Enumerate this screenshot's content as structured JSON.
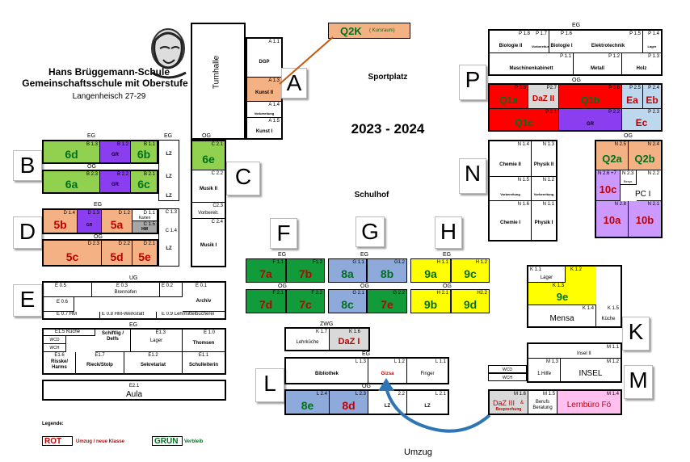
{
  "school": {
    "name1": "Hans Brüggemann-Schule",
    "name2": "Gemeinschaftsschule mit Oberstufe",
    "address": "Langenheisch 27-29"
  },
  "year": "2023 - 2024",
  "areas": {
    "sportplatz": "Sportplatz",
    "schulhof": "Schulhof",
    "turnhalle": "Turnhalle",
    "umzug": "Umzug"
  },
  "letters": {
    "A": "A",
    "B": "B",
    "C": "C",
    "D": "D",
    "E": "E",
    "F": "F",
    "G": "G",
    "H": "H",
    "K": "K",
    "L": "L",
    "M": "M",
    "N": "N",
    "P": "P"
  },
  "floors": {
    "eg": "EG",
    "og": "OG",
    "ug": "UG",
    "zwg": "ZWG"
  },
  "q2k": {
    "name": "Q2K",
    "note": "( Kursraum)"
  },
  "a": {
    "a11": "A 1.1",
    "dgp": "DGP",
    "a13": "A 1.3",
    "kunst2": "Kunst II",
    "a14": "A 1.4",
    "vorb": "Vorbereitung",
    "a15": "A 1.5",
    "kunst1": "Kunst I"
  },
  "b": {
    "b13": "B 1.3",
    "c6d": "6d",
    "b12": "B 1.2",
    "gr": "GR",
    "b11": "B 1.1",
    "c6b": "6b",
    "lz": "LZ",
    "b23": "B 2.3",
    "c6a": "6a",
    "b22": "B 2.2",
    "b21": "B 2.1",
    "c6c": "6c"
  },
  "c": {
    "c21": "C 2.1",
    "c6e": "6e",
    "c22": "C 2.2",
    "musik2": "Musik II",
    "c23": "C2.3",
    "vorbereit": "Vorbereit.",
    "c24": "C 2.4",
    "musik1": "Musik I",
    "c13": "C 1.3",
    "c14": "C 1.4"
  },
  "d": {
    "d14": "D 1.4",
    "c5b": "5b",
    "d13": "D 1.3",
    "gr": "GR",
    "d12": "D 1.2",
    "c5a": "5a",
    "d11": "D 1.1",
    "karten": "Karten",
    "c15": "C 1.5",
    "hm": "HM",
    "d23": "D 2.3",
    "c5c": "5c",
    "d22": "D 2.2",
    "c5d": "5d",
    "d21": "D 2.1",
    "c5e": "5e",
    "lz": "LZ"
  },
  "e": {
    "e05": "E 0.5",
    "e03": "E 0.3",
    "brennofen": "Brennofen",
    "e02": "E 0.2",
    "e01": "E 0.1",
    "archiv": "Archiv",
    "e06": "E 0.6",
    "e07": "E 0.7 HM",
    "e08": "E 0.8 HM-Werkstatt",
    "e09": "E 0.9 Lehrmittelbücherei",
    "e15": "E1.5 Küche",
    "wcd": "WCD",
    "wch": "WCH",
    "schiftlig": "Schiftlig / Delfs",
    "e13": "E1.3",
    "lager": "Lager",
    "e10": "E 1.0",
    "thomsen": "Thomsen",
    "e16": "E1.6",
    "risske": "Risske/ Harms",
    "e17": "E1.7",
    "rieck": "Rieck/Stolp",
    "e12": "E1.2",
    "sekretariat": "Sekretariat",
    "e11": "E1.1",
    "schulleiterin": "Schulleiterin",
    "e21": "E2.1",
    "aula": "Aula"
  },
  "fg": {
    "f11": "F 1.1",
    "c7a": "7a",
    "f12": "F1.2",
    "c7b": "7b",
    "g11": "G 1.1",
    "c8a": "8a",
    "g12": "G1.2",
    "c8b": "8b",
    "f21": "F 2.1",
    "c7d": "7d",
    "f22": "F 2.2",
    "c7c": "7c",
    "g21": "G 2.1",
    "c8c": "8c",
    "g22": "G 2.2",
    "c7e": "7e"
  },
  "h": {
    "h11": "H 1.1",
    "c9a": "9a",
    "h12": "H 1.2",
    "c9c": "9c",
    "h21": "H 2.1",
    "c9b": "9b",
    "h22": "H2.2",
    "c9d": "9d"
  },
  "k": {
    "k11": "K 1.1",
    "lager": "Lager",
    "k12": "K 1.2",
    "k13": "K 1.3",
    "c9e": "9e",
    "k14": "K 1.4",
    "mensa": "Mensa",
    "k15": "K 1.5",
    "kueche": "Küche"
  },
  "l": {
    "k17": "K 1.7",
    "lehrkueche": "Lehrküche",
    "k16": "K 1.6",
    "daz1": "DaZ I",
    "l13": "L 1.3",
    "bibliothek": "Bibliothek",
    "l12": "L 1.2",
    "gizsa": "Gizsa",
    "l11": "L 1.1",
    "finger": "Finger",
    "l24": "L 2.4",
    "c8e": "8e",
    "l23": "L 2.3",
    "c8d": "8d",
    "l22": "2.2",
    "lz": "LZ",
    "l21": "L 2.1"
  },
  "m": {
    "m11": "M 1.1",
    "insel2": "Insel II",
    "wcd": "WCD",
    "wch": "WCH",
    "m13": "M 1.3",
    "hilfe": "1.Hilfe",
    "m12": "M 1.2",
    "insel": "INSEL",
    "m16": "M 1.6",
    "daz3": "DaZ III",
    "amp": "&",
    "besprechung": "Besprechung",
    "m15": "M 1.5",
    "berufs": "Berufs Beratung",
    "m14": "M 1.4",
    "lernbuero": "Lernbüro Fö"
  },
  "n": {
    "n14": "N 1.4",
    "chemie2": "Chemie II",
    "n13": "N 1.3",
    "physik2": "Physik II",
    "n15": "N 1.5",
    "vorb": "Vorbereitung",
    "n12": "N 1.2",
    "n16": "N 1.6",
    "chemie1": "Chemie I",
    "n11": "N 1.1",
    "physik1": "Physik I",
    "n25": "N 2.5",
    "q2a": "Q2a",
    "n24": "N 2.4",
    "q2b": "Q2b",
    "n26": "N 2.6 +7",
    "c10c": "10c",
    "n23": "N 2.3",
    "bespr": "Bespr.",
    "n22": "N 2.2",
    "pc1": "PC I",
    "n28": "N 2.8",
    "c10a": "10a",
    "n21": "N 2.1",
    "c10b": "10b"
  },
  "p": {
    "p18": "P 1.8",
    "bio2": "Biologie II",
    "p17": "P 1.7",
    "p16": "P 1.6",
    "bio1": "Biologie I",
    "p15": "P 1.5",
    "elektro": "Elektrotechnik",
    "p14": "P 1.4",
    "lager": "Lager",
    "p11": "P 1.1",
    "maschinen": "Maschinenkabinett",
    "p12": "P 1.2",
    "metall": "Metall",
    "p13": "P 1.3",
    "holz": "Holz",
    "p28": "P 2.8",
    "q1a": "Q1a",
    "p27": "P2.7",
    "daz2": "DaZ II",
    "p26": "P 2.6",
    "q1b": "Q1b",
    "p25": "P 2.5",
    "ea": "Ea",
    "p24": "P 2.4",
    "eb": "Eb",
    "p21": "P 2.1",
    "q1c": "Q1c",
    "p22": "P 2.2",
    "gr": "GR",
    "p23": "P 2.3",
    "ec": "Ec"
  },
  "legend": {
    "title": "Legende:",
    "rot": "ROT",
    "rot_text": "Umzug / neue Klasse",
    "gruen": "GRÜN",
    "gruen_text": "Verbleib"
  }
}
